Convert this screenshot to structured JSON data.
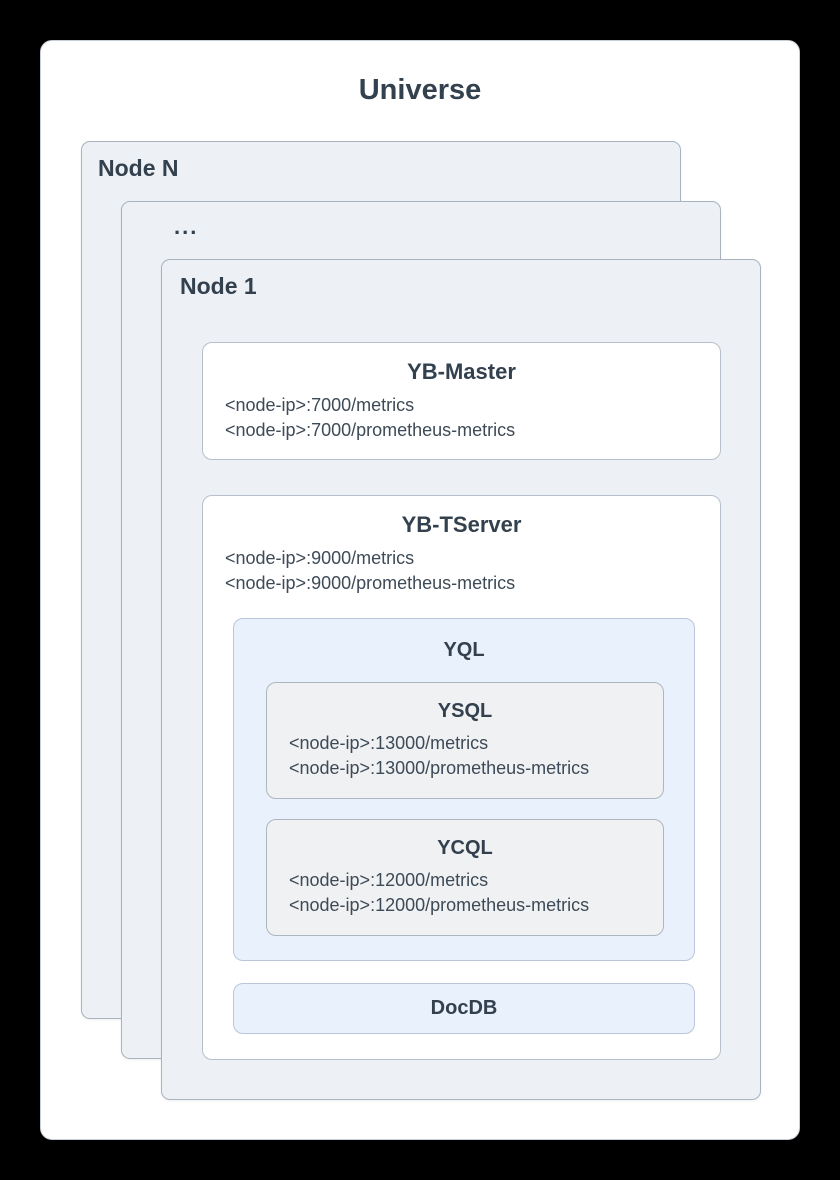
{
  "title": "Universe",
  "node_stack": {
    "back_label": "Node N",
    "middle_label": "...",
    "front_label": "Node 1"
  },
  "yb_master": {
    "title": "YB-Master",
    "endpoints": [
      "<node-ip>:7000/metrics",
      "<node-ip>:7000/prometheus-metrics"
    ]
  },
  "yb_tserver": {
    "title": "YB-TServer",
    "endpoints": [
      "<node-ip>:9000/metrics",
      "<node-ip>:9000/prometheus-metrics"
    ]
  },
  "yql": {
    "title": "YQL"
  },
  "ysql": {
    "title": "YSQL",
    "endpoints": [
      "<node-ip>:13000/metrics",
      "<node-ip>:13000/prometheus-metrics"
    ]
  },
  "ycql": {
    "title": "YCQL",
    "endpoints": [
      "<node-ip>:12000/metrics",
      "<node-ip>:12000/prometheus-metrics"
    ]
  },
  "docdb": {
    "title": "DocDB"
  },
  "colors": {
    "page_bg": "#000000",
    "universe_bg": "#ffffff",
    "node_card_bg": "#edf1f5",
    "node_card_border": "#a9b4c0",
    "white_box_border": "#b7c0ca",
    "blue_box_bg": "#e9f1fc",
    "blue_box_border": "#bac6d8",
    "gray_box_bg": "#f0f1f3",
    "gray_box_border": "#aeb6bf",
    "heading_text": "#33404e",
    "body_text": "#3d4a57"
  }
}
